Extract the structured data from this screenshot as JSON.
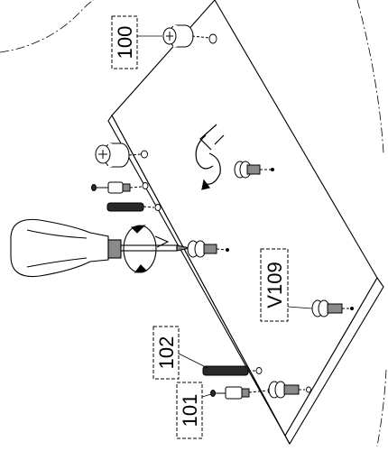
{
  "labels": {
    "part_100": "100",
    "part_v109": "V109",
    "part_102": "102",
    "part_101": "101"
  },
  "icons": {
    "screwdriver": "screwdriver-icon",
    "rotation": "rotation-arrow-icon",
    "step": "step-arrow-icon"
  },
  "colors": {
    "line": "#000000",
    "background": "#ffffff",
    "screw_fill": "#8a8a8a",
    "dark_fill": "#2a2a2a"
  }
}
